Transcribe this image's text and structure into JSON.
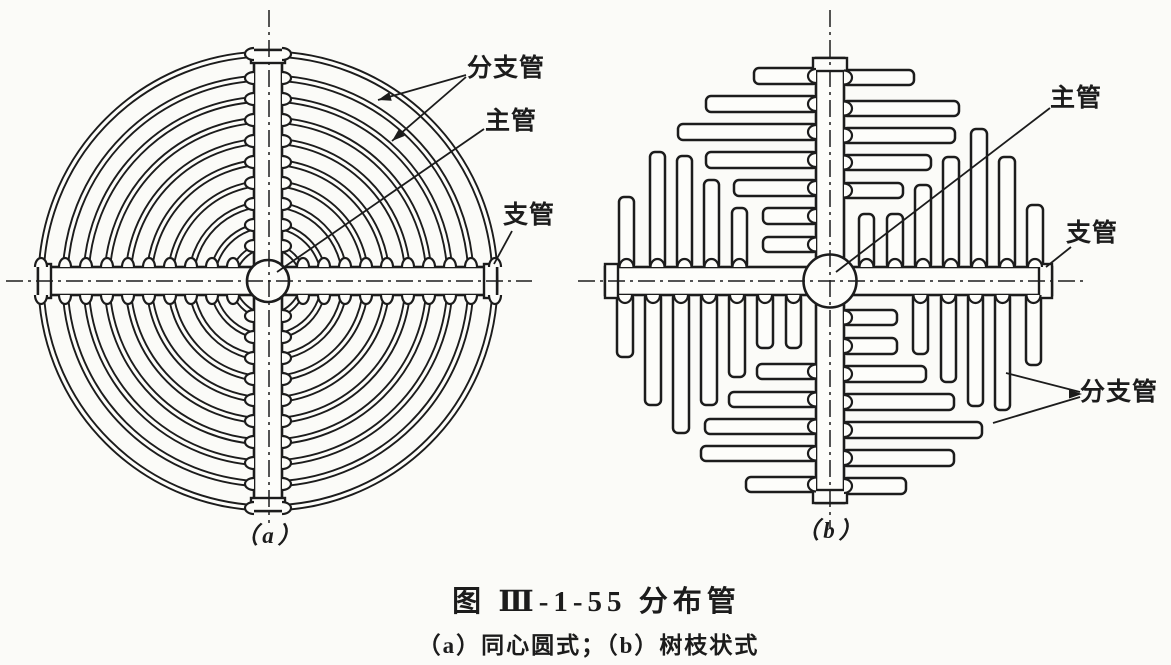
{
  "colors": {
    "ink": "#1c1c1c",
    "paper": "#fbfbf8"
  },
  "panel_a": {
    "letter": "（a）",
    "callouts": {
      "branch_pipes": "分支管",
      "main_pipe": "主管",
      "sub_pipe": "支管"
    }
  },
  "panel_b": {
    "letter": "（b）",
    "callouts": {
      "main_pipe": "主管",
      "sub_pipe": "支管",
      "branch_pipes": "分支管"
    }
  },
  "caption": {
    "title": "图 Ⅲ-1-55 分布管",
    "subtitle": "（a）同心圆式；（b）树枝状式"
  }
}
